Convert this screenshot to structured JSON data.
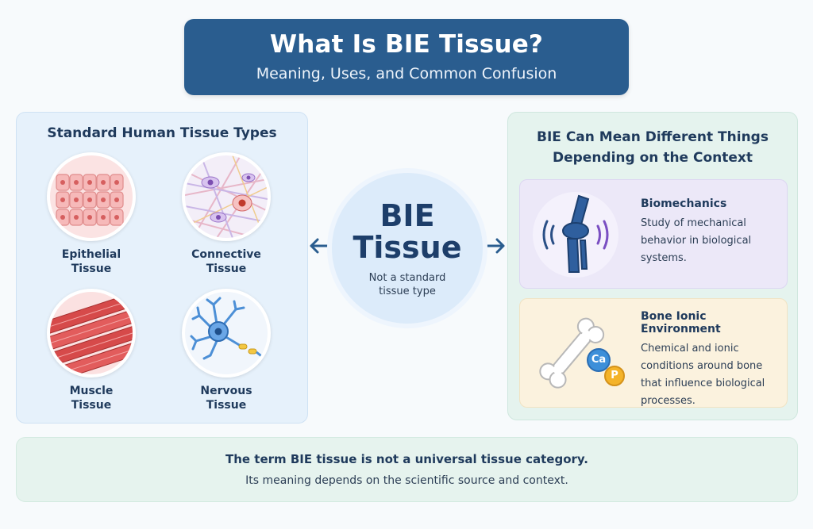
{
  "header": {
    "title": "What Is BIE Tissue?",
    "subtitle": "Meaning, Uses, and Common Confusion"
  },
  "left_panel": {
    "title": "Standard Human Tissue Types",
    "tissues": [
      {
        "line1": "Epithelial",
        "line2": "Tissue",
        "icon": "epithelial-tissue-icon"
      },
      {
        "line1": "Connective",
        "line2": "Tissue",
        "icon": "connective-tissue-icon"
      },
      {
        "line1": "Muscle",
        "line2": "Tissue",
        "icon": "muscle-tissue-icon"
      },
      {
        "line1": "Nervous",
        "line2": "Tissue",
        "icon": "nervous-tissue-icon"
      }
    ]
  },
  "center": {
    "line1": "BIE",
    "line2": "Tissue",
    "note_line1": "Not a standard",
    "note_line2": "tissue type"
  },
  "right_panel": {
    "title_line1": "BIE Can Mean Different Things",
    "title_line2": "Depending on the Context",
    "cards": [
      {
        "title": "Biomechanics",
        "desc_lines": [
          "Study of mechanical",
          "behavior in biological",
          "systems."
        ],
        "icon": "knee-joint-icon"
      },
      {
        "title": "Bone Ionic Environment",
        "desc_lines": [
          "Chemical and ionic",
          "conditions around bone",
          "that influence biological",
          "processes."
        ],
        "icon": "bone-ions-icon",
        "ion1": "Ca",
        "ion2": "P"
      }
    ]
  },
  "footer": {
    "line1": "The term BIE tissue is not a universal tissue  category.",
    "line2": "Its meaning depends on the scientific source and context."
  },
  "colors": {
    "header_bg": "#2a5d8f",
    "left_panel_bg": "#e6f1fb",
    "right_panel_bg": "#e5f3ee",
    "biomechanics_card_bg": "#ece8f8",
    "bone_card_bg": "#fbf2de",
    "center_circle_bg": "#dcebfa"
  }
}
